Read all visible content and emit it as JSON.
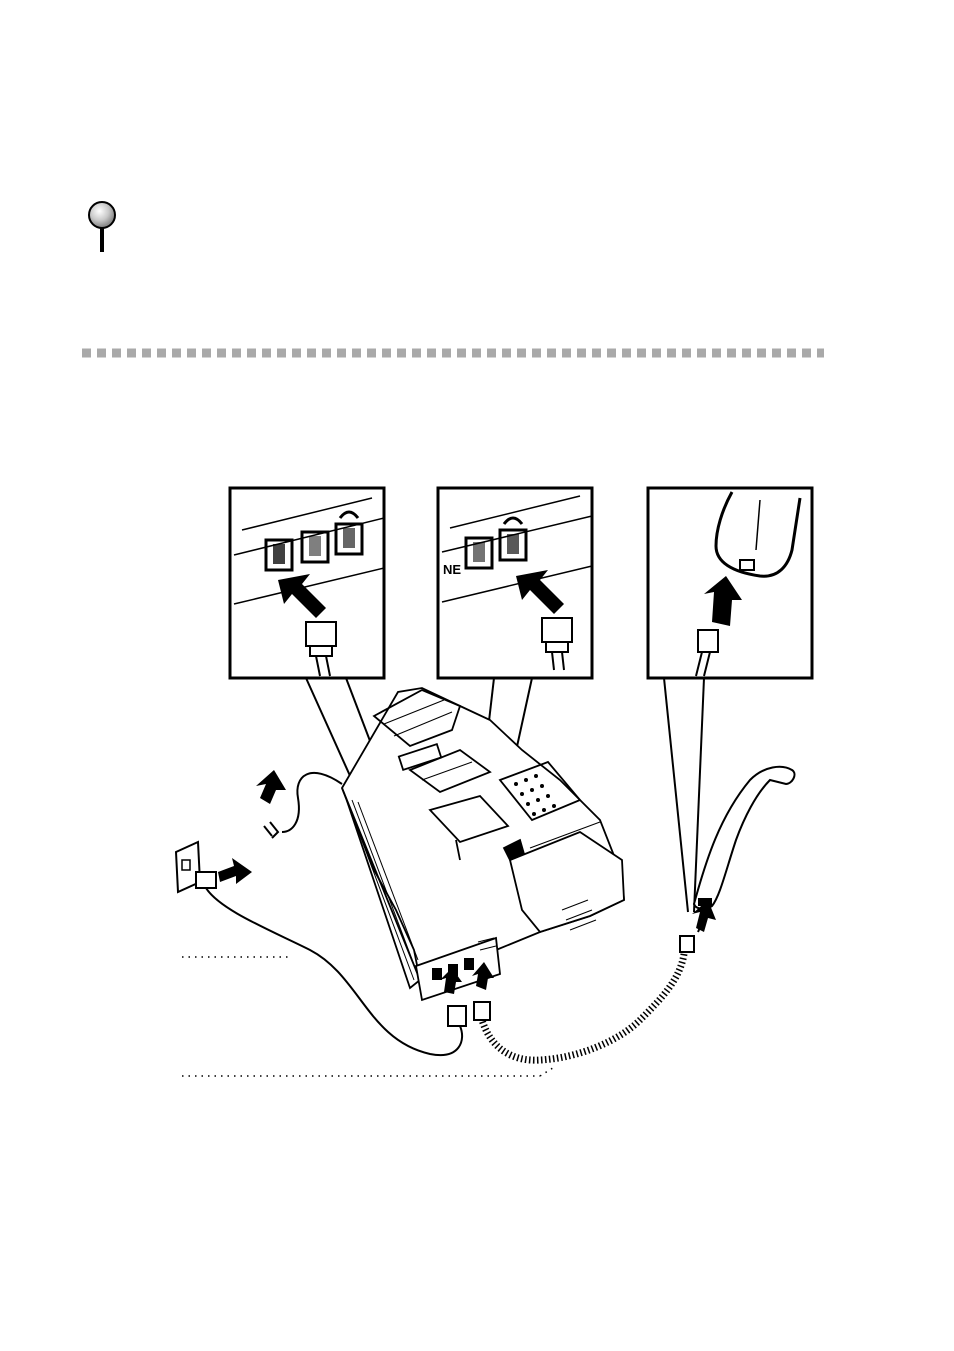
{
  "page": {
    "background": "#ffffff",
    "ink": "#000000",
    "rule_color": "#a9a9a9"
  },
  "tip": {
    "icon": "magnifier-icon"
  },
  "figure": {
    "icon_names": [
      "fax-machine",
      "telephone-wall-jack",
      "handset",
      "curled-handset-cord",
      "line-cord",
      "power-cord"
    ],
    "panel_1_label": "",
    "panel_2_label": "NE",
    "leader_1_label": "",
    "leader_2_label": ""
  }
}
